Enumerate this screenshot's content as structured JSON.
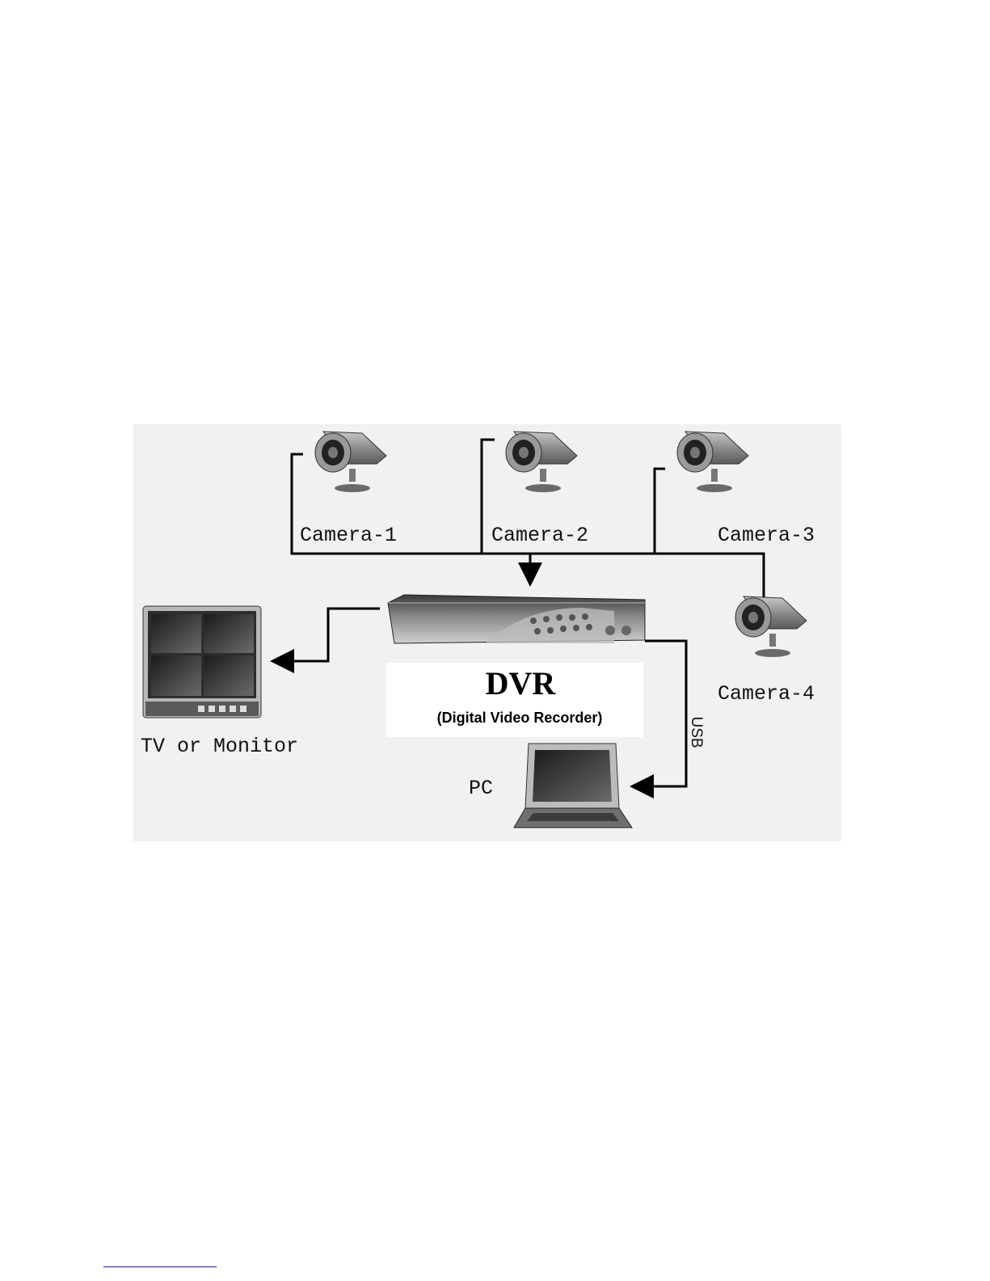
{
  "devices": {
    "cameras": [
      {
        "label": "Camera-1"
      },
      {
        "label": "Camera-2"
      },
      {
        "label": "Camera-3"
      },
      {
        "label": "Camera-4"
      }
    ],
    "dvr": {
      "title": "DVR",
      "subtitle": "(Digital Video Recorder)"
    },
    "monitor": {
      "label": "TV or Monitor"
    },
    "pc": {
      "label": "PC"
    }
  },
  "connections": {
    "usb_label": "USB"
  },
  "colors": {
    "background": "#ffffff",
    "panel_background": "#f1f1f1",
    "line": "#000000",
    "device_body": "#8a8a8a"
  }
}
